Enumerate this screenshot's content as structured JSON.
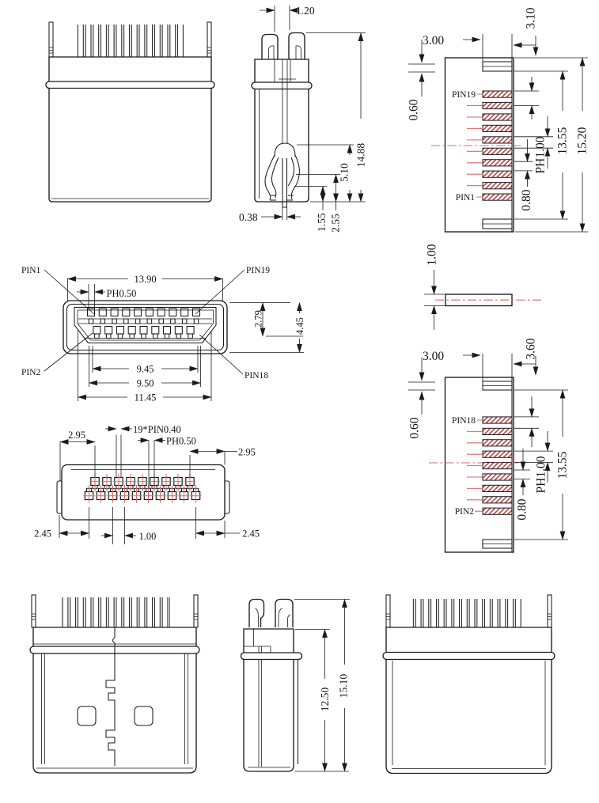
{
  "title": "HDMI connector engineering drawing",
  "colors": {
    "line": "#1b1b1b",
    "hatch_red": "#b43a3a",
    "centerline_red": "#d96a6a"
  },
  "drawing": {
    "side_top": {
      "d_gap": "1.20",
      "d_total": "14.88",
      "d_spring": "5.10",
      "d_a": "2.55",
      "d_b": "1.55",
      "d_tip": "0.38"
    },
    "fp_odd": {
      "pin_first": "PIN19",
      "pin_last": "PIN1",
      "d_offset": "3.00",
      "d_edge": "3.10",
      "d_tab": "0.60",
      "d_gap": "0.80",
      "d_pitch": "PH1.00",
      "d_span": "13.55",
      "d_total": "15.20"
    },
    "face": {
      "pin_tl": "PIN1",
      "pin_tr": "PIN19",
      "pin_bl": "PIN2",
      "pin_br": "PIN18",
      "d_width": "13.90",
      "d_pin": "PH0.50",
      "d_depth": "2.79",
      "d_height": "4.45",
      "d_w1": "9.45",
      "d_w2": "9.50",
      "d_w3": "11.45"
    },
    "bar": {
      "d_th": "1.00"
    },
    "fp_even": {
      "pin_first": "PIN18",
      "pin_last": "PIN2",
      "d_offset": "3.00",
      "d_edge": "3.60",
      "d_tab": "0.60",
      "d_gap": "0.80",
      "d_pitch": "PH1.00",
      "d_span": "13.55"
    },
    "rear": {
      "d_count": "19*PIN0.40",
      "d_pin": "PH0.50",
      "d_l": "2.95",
      "d_r": "2.95",
      "d_bl": "2.45",
      "d_pitch": "1.00",
      "d_br": "2.45"
    },
    "side_bottom": {
      "d_inner": "12.50",
      "d_total": "15.10"
    }
  }
}
